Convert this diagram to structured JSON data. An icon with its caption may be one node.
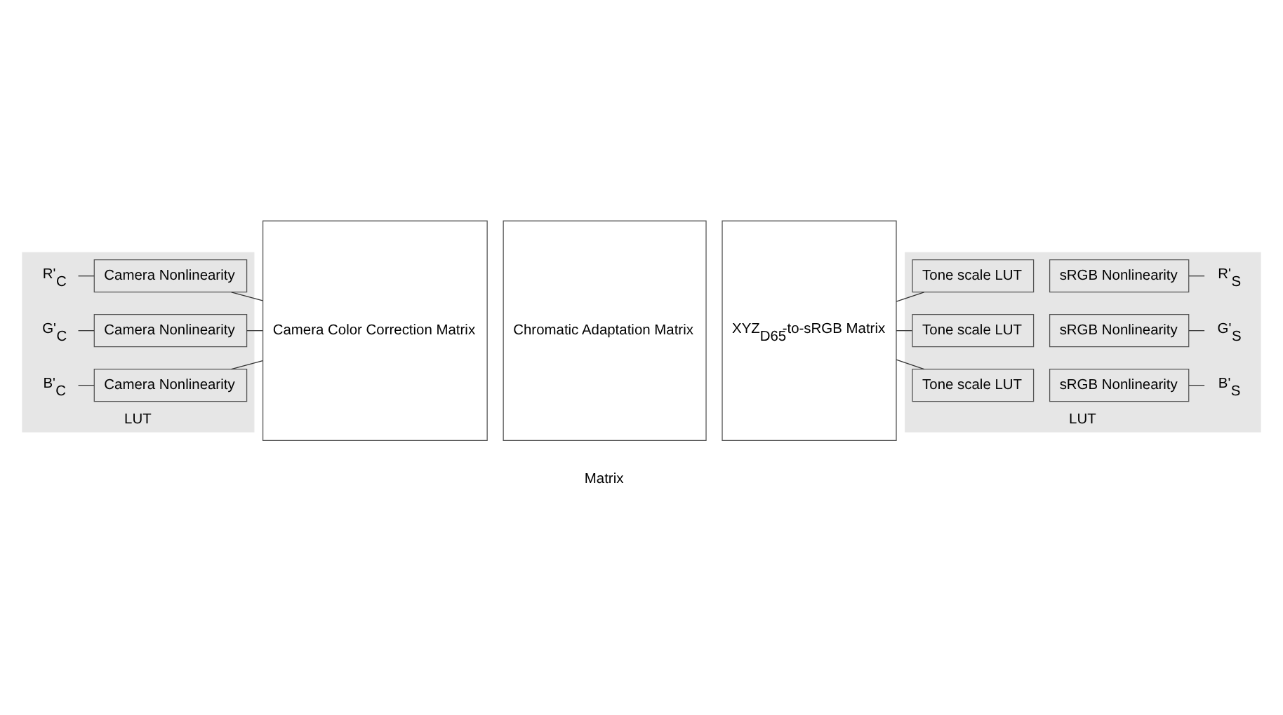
{
  "diagram": {
    "nodes": [
      {
        "text": [
          "LUT"
        ]
      },
      {
        "text": [
          "R'$_{C}$"
        ],
        "in": 0
      },
      {
        "text": [
          "Camera Nonlinearity"
        ],
        "in": 0
      },
      {
        "text": [
          "G'$_{C}$"
        ],
        "in": 0
      },
      {
        "text": [
          "Camera Nonlinearity"
        ],
        "in": 0
      },
      {
        "text": [
          "B'$_{C}$"
        ],
        "in": 0
      },
      {
        "text": [
          "Camera Nonlinearity"
        ],
        "in": 0
      },
      {
        "text": [
          "Camera Color Correction Matrix"
        ]
      },
      {
        "text": [
          "Chromatic Adaptation Matrix"
        ]
      },
      {
        "text": [
          "XYZ$_{D65}$-to-sRGB Matrix"
        ]
      },
      {
        "text": [
          "LUT"
        ]
      },
      {
        "text": [
          "Tone scale LUT"
        ],
        "in": 10
      },
      {
        "text": [
          "sRGB Nonlinearity"
        ],
        "in": 10
      },
      {
        "text": [
          "Tone scale LUT"
        ],
        "in": 10
      },
      {
        "text": [
          "sRGB Nonlinearity"
        ],
        "in": 10
      },
      {
        "text": [
          "Tone scale LUT"
        ],
        "in": 10
      },
      {
        "text": [
          "sRGB Nonlinearity"
        ],
        "in": 10
      },
      {
        "text": [
          "R'$_{S}$"
        ],
        "in": 10
      },
      {
        "text": [
          "G'$_{S}$"
        ],
        "in": 10
      },
      {
        "text": [
          "B'$_{S}$"
        ],
        "in": 10
      }
    ],
    "edges": [
      {
        "from": 1,
        "to": 2,
        "arrow": "none"
      },
      {
        "from": 3,
        "to": 4,
        "arrow": "none"
      },
      {
        "from": 5,
        "to": 6,
        "arrow": "none"
      },
      {
        "from": 2,
        "to": 7,
        "arrow": "none"
      },
      {
        "from": 4,
        "to": 7,
        "arrow": "none"
      },
      {
        "from": 6,
        "to": 7,
        "arrow": "none"
      },
      {
        "from": 9,
        "to": 11,
        "arrow": "none"
      },
      {
        "from": 9,
        "to": 13,
        "arrow": "none"
      },
      {
        "from": 9,
        "to": 15,
        "arrow": "none"
      },
      {
        "from": 12,
        "to": 17,
        "arrow": "none"
      },
      {
        "from": 14,
        "to": 18,
        "arrow": "none"
      },
      {
        "from": 16,
        "to": 19,
        "arrow": "none"
      }
    ],
    "labels": [
      "Matrix"
    ]
  }
}
